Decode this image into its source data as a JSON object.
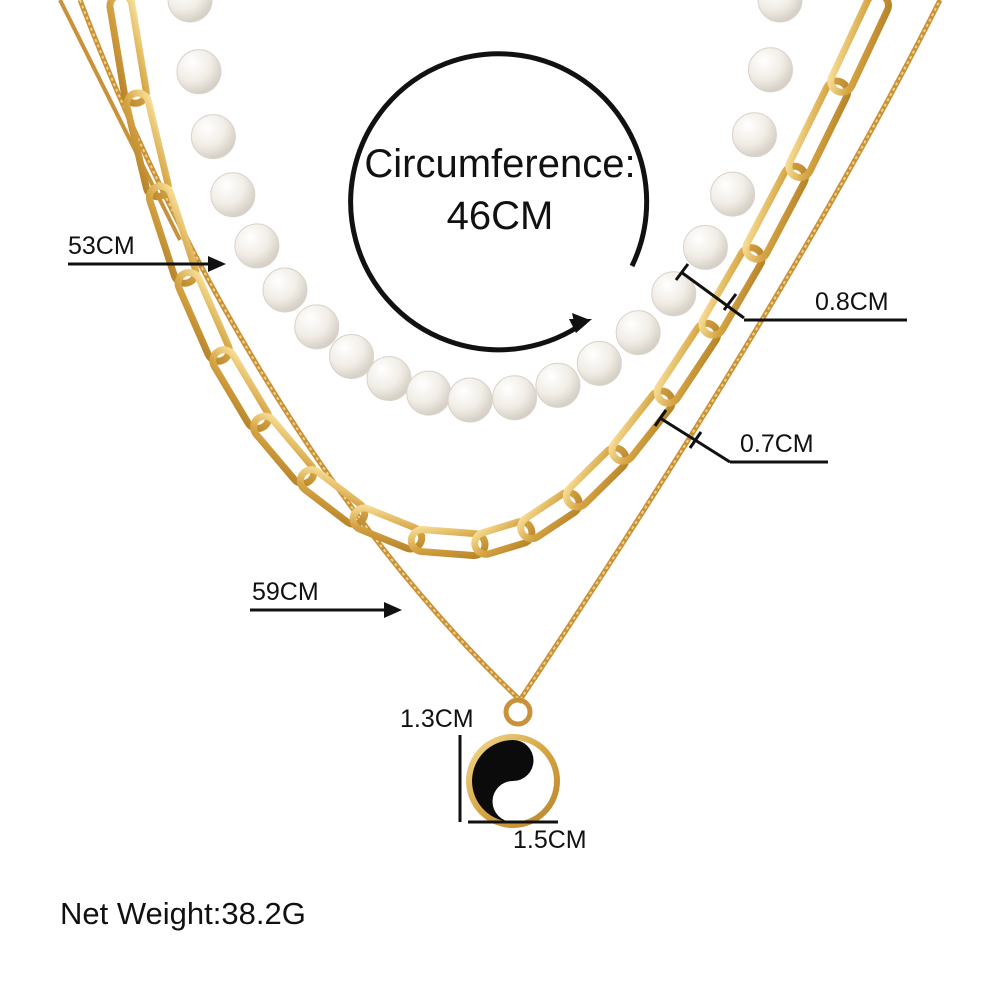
{
  "circumference": {
    "label": "Circumference:",
    "value": "46CM"
  },
  "chain_lengths": {
    "chain_53": "53CM",
    "chain_59": "59CM"
  },
  "widths": {
    "pearl": "0.8CM",
    "link_chain": "0.7CM"
  },
  "pendant": {
    "height": "1.3CM",
    "width": "1.5CM"
  },
  "net_weight": "Net Weight:38.2G",
  "colors": {
    "gold": "#d9a94a",
    "gold_light": "#f3d68a",
    "pearl": "#f4f1ec",
    "ink": "#111111",
    "enamel_black": "#0b0b0b"
  }
}
